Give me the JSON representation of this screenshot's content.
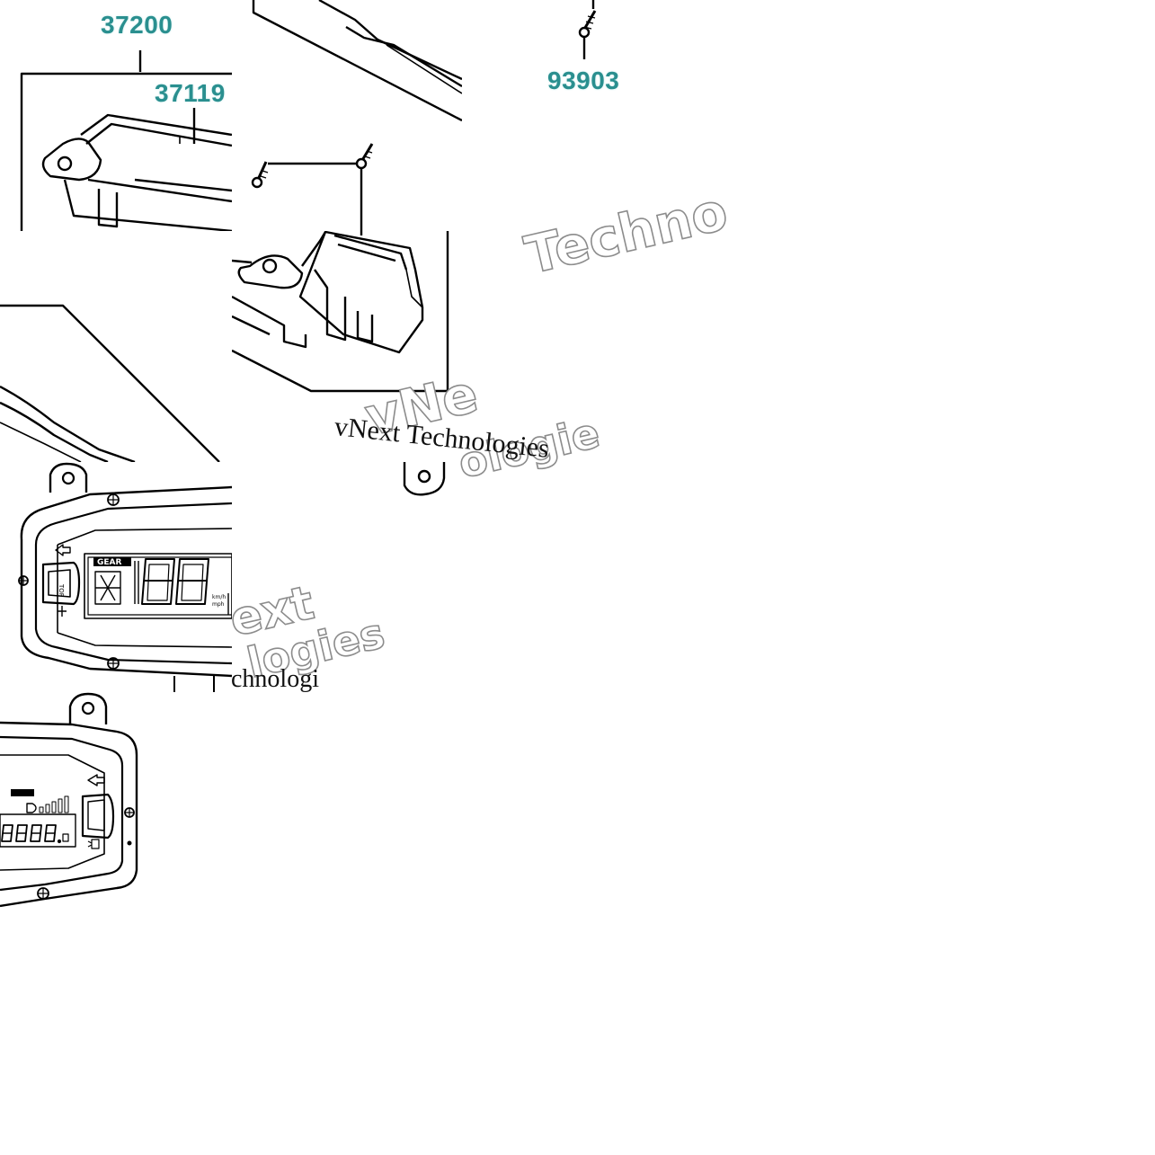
{
  "diagram": {
    "part_numbers": {
      "meter_assembly": "37200",
      "meter_case": "37119",
      "tapping_screw": "93903"
    },
    "watermarks": [
      "Techno",
      "vNe",
      "ologie",
      "ext",
      "logies",
      "vNext Technologies",
      "chnologi"
    ],
    "colors": {
      "label": "#2a8f8f",
      "line": "#000000",
      "background": "#ffffff",
      "watermark_outline": "#8c8c8c"
    }
  }
}
